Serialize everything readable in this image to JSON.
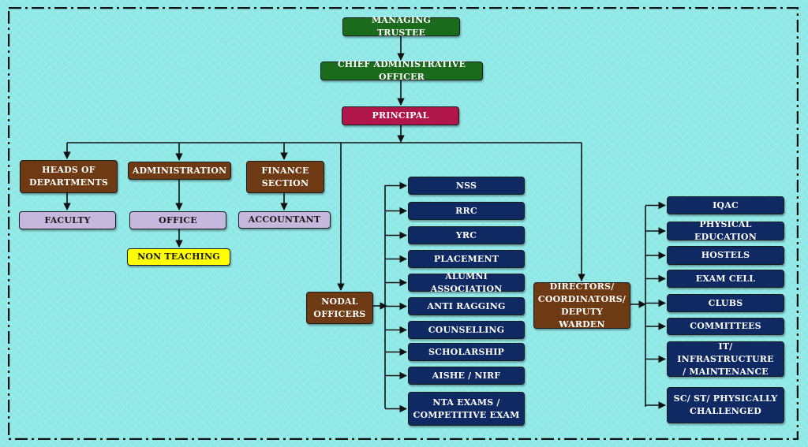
{
  "top": {
    "managing_trustee": "MANAGING TRUSTEE",
    "chief_admin_officer": "CHIEF ADMINISTRATIVE OFFICER",
    "principal": "PRINCIPAL"
  },
  "branches": {
    "heads_of_departments": "HEADS OF\nDEPARTMENTS",
    "faculty": "FACULTY",
    "administration": "ADMINISTRATION",
    "office": "OFFICE",
    "non_teaching": "NON TEACHING",
    "finance_section": "FINANCE\nSECTION",
    "accountant": "ACCOUNTANT",
    "nodal_officers": "NODAL\nOFFICERS",
    "directors": "DIRECTORS/\nCOORDINATORS/\nDEPUTY WARDEN"
  },
  "nodal_items": [
    "NSS",
    "RRC",
    "YRC",
    "PLACEMENT",
    "ALUMNI ASSOCIATION",
    "ANTI RAGGING",
    "COUNSELLING",
    "SCHOLARSHIP",
    "AISHE / NIRF",
    "NTA EXAMS /\nCOMPETITIVE EXAM"
  ],
  "director_items": [
    "IQAC",
    "PHYSICAL EDUCATION",
    "HOSTELS",
    "EXAM CELL",
    "CLUBS",
    "COMMITTEES",
    "IT/ INFRASTRUCTURE\n/ MAINTENANCE",
    "SC/ ST/ PHYSICALLY\nCHALLENGED"
  ],
  "colors": {
    "background": "#8ee8e6",
    "green": "#1b6b1d",
    "maroon": "#b01649",
    "brown": "#6e3a13",
    "lavender": "#c5b8dc",
    "yellow": "#ffff00",
    "navy": "#0f2a63"
  }
}
